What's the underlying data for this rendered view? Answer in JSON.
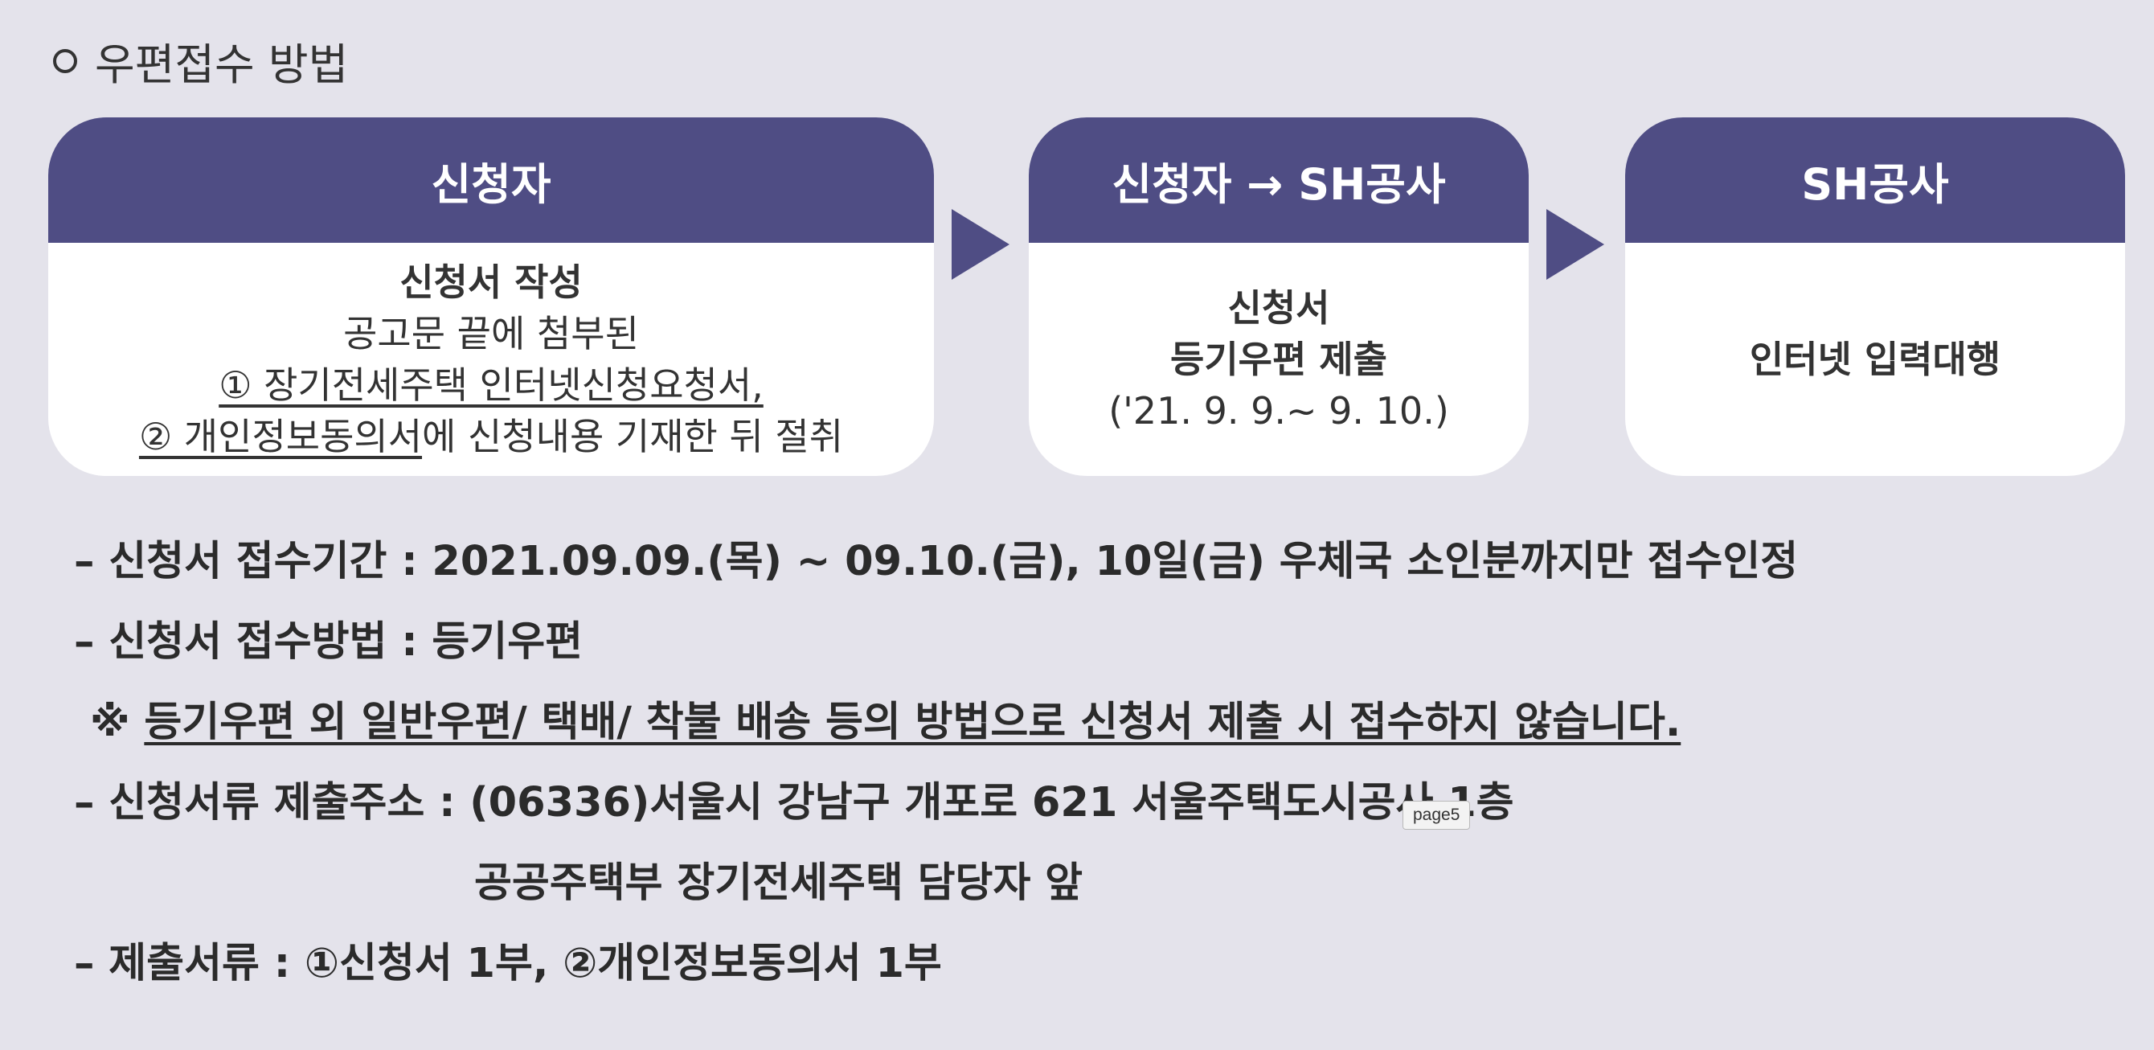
{
  "heading": "우편접수 방법",
  "flow": {
    "steps": [
      {
        "title": "신청자",
        "lines": [
          "신청서 작성",
          "공고문 끝에 첨부된",
          "① 장기전세주택 인터넷신청요청서,"
        ],
        "last_line": {
          "underlined": "② 개인정보동의서",
          "rest": "에 신청내용 기재한 뒤 절취"
        }
      },
      {
        "title": "신청자 → SH공사",
        "lines": [
          "신청서",
          "등기우편 제출",
          "('21. 9. 9.~ 9. 10.)"
        ]
      },
      {
        "title": "SH공사",
        "lines": [
          "인터넷 입력대행"
        ]
      }
    ]
  },
  "notes": {
    "period": "– 신청서 접수기간 : 2021.09.09.(목) ~ 09.10.(금), 10일(금) 우체국 소인분까지만 접수인정",
    "method": "– 신청서 접수방법 : 등기우편",
    "warning_mark": "※",
    "warning": "등기우편 외 일반우편/ 택배/ 착불 배송 등의 방법으로 신청서 제출 시 접수하지 않습니다.",
    "address_1": "– 신청서류 제출주소 : (06336)서울시 강남구 개포로 621 서울주택도시공사 1층",
    "address_2": "공공주택부 장기전세주택 담당자 앞",
    "documents": "– 제출서류 : ①신청서 1부, ②개인정보동의서 1부"
  },
  "tooltip": "page5"
}
